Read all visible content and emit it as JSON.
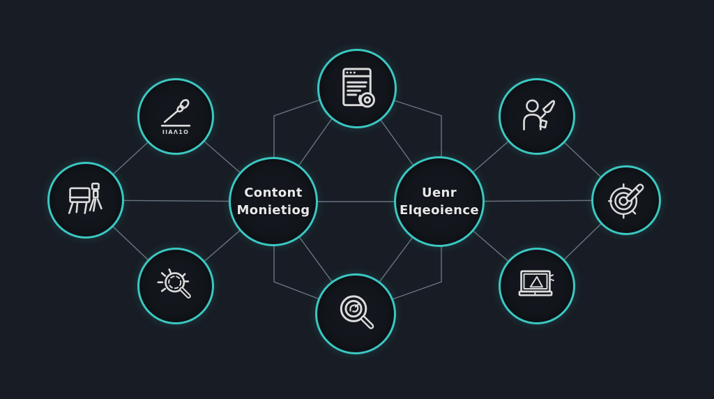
{
  "colors": {
    "background": "#181d25",
    "node_fill": "#13171d",
    "node_border_teal": "#3bc8c2",
    "connector_line": "#7e8b99",
    "label_text": "#e8e8e8",
    "icon_stroke": "#dcdcdc"
  },
  "nodes": {
    "content_marketing": {
      "line1": "Contont",
      "line2": "Monietiog"
    },
    "user_experience": {
      "line1": "Uenr",
      "line2": "Elqeoience"
    },
    "pen": {
      "icon": "pen-writing-icon",
      "caption": "IIAΛ1O"
    },
    "document": {
      "icon": "webpage-document-badge-icon"
    },
    "person": {
      "icon": "person-megaphone-icon"
    },
    "easel": {
      "icon": "easel-device-icon"
    },
    "target": {
      "icon": "target-dart-icon"
    },
    "search_rays": {
      "icon": "magnifier-rays-icon"
    },
    "search_gear": {
      "icon": "magnifier-swirl-icon"
    },
    "monitor": {
      "icon": "monitor-triangle-icon"
    }
  }
}
